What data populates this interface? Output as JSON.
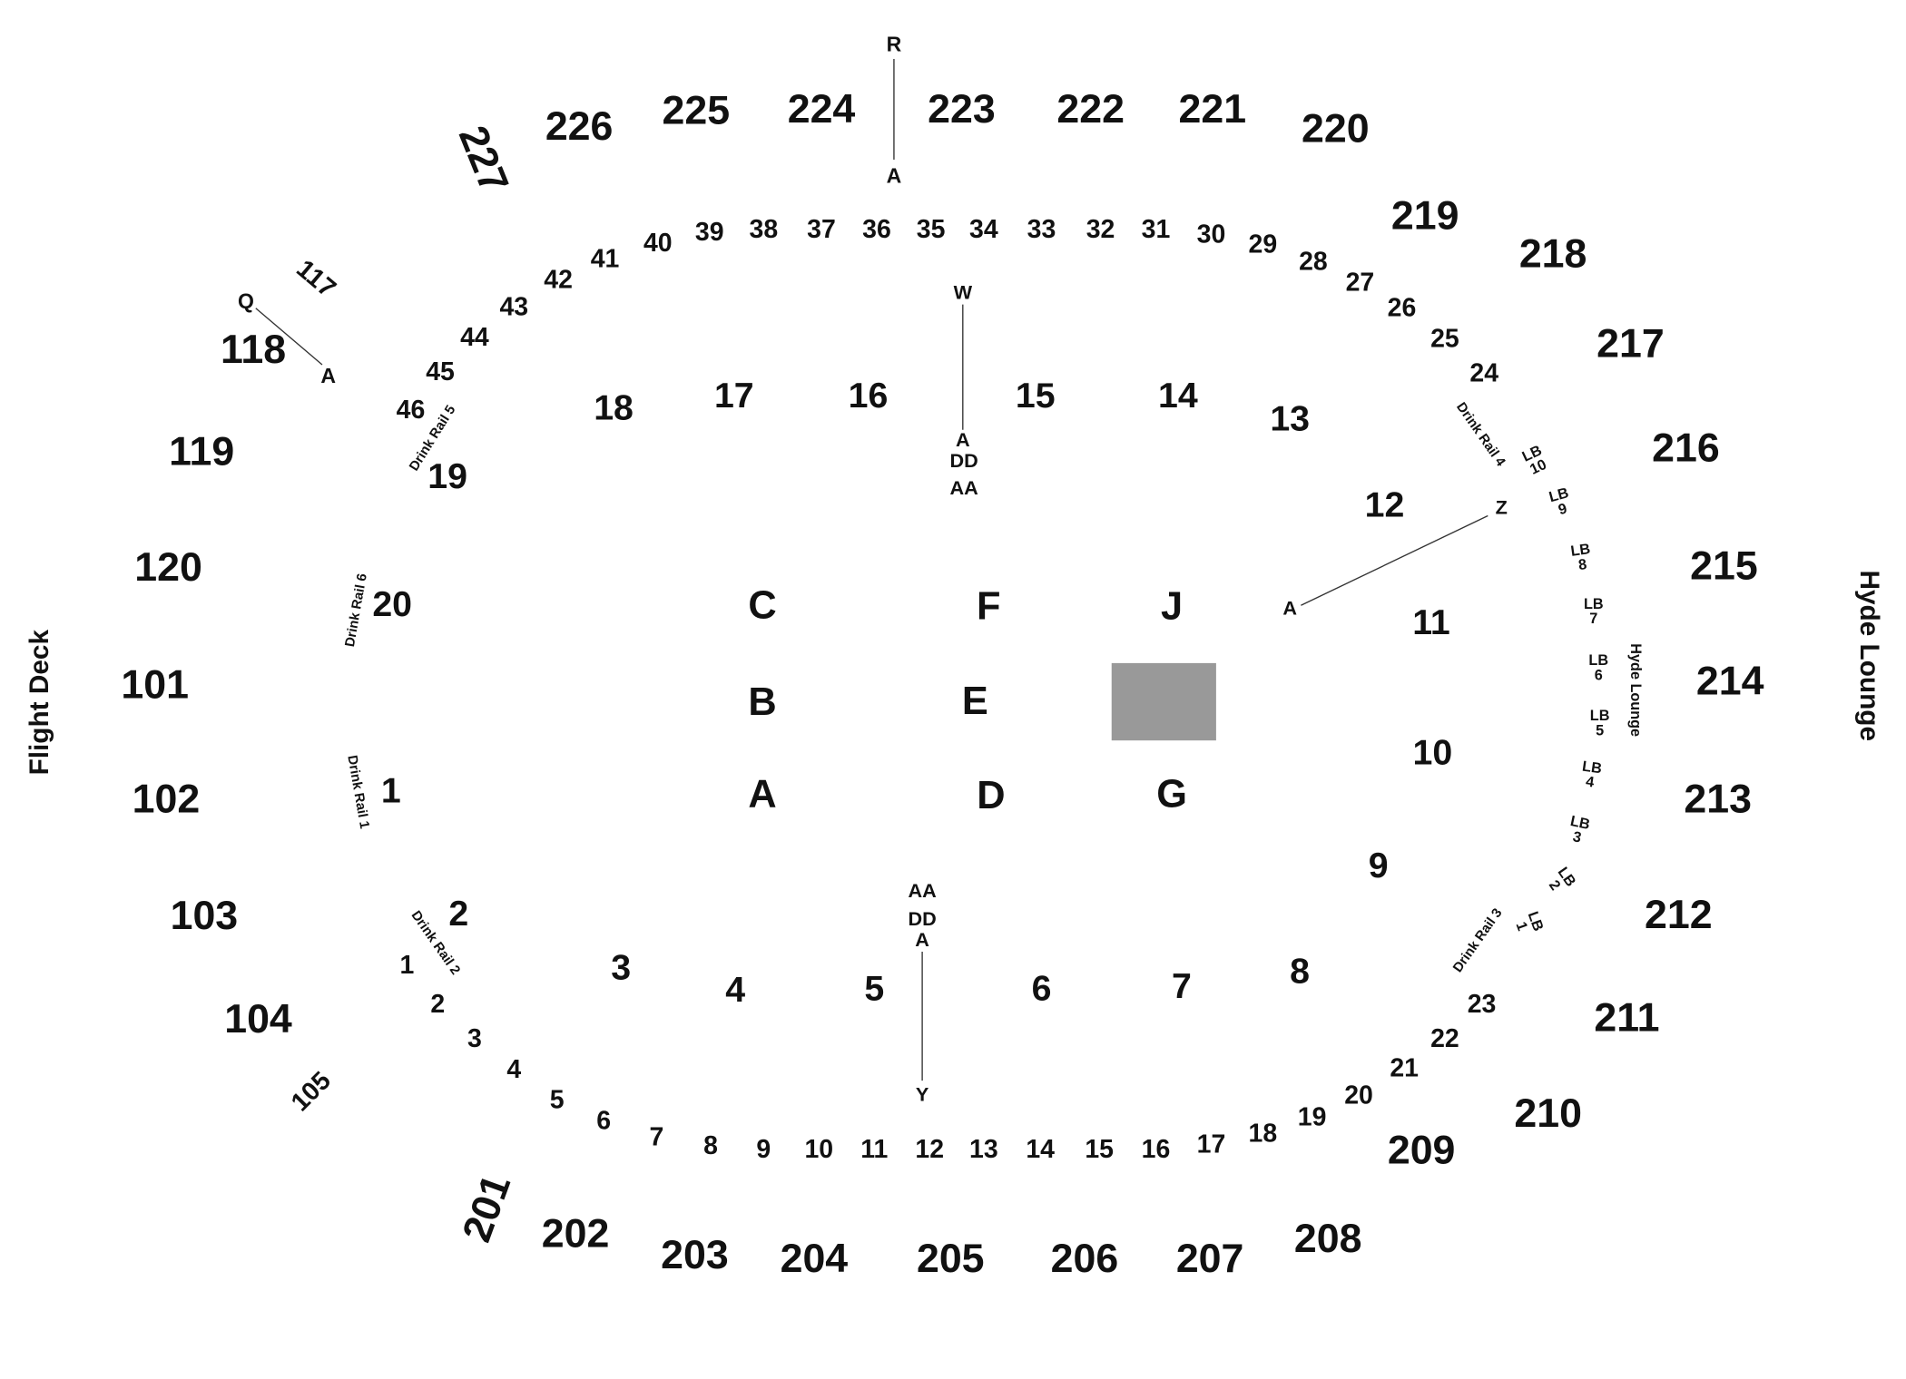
{
  "diagram": {
    "side_labels": {
      "left": "Flight Deck",
      "right": "Hyde Lounge"
    },
    "upper_sections": [
      "201",
      "202",
      "203",
      "204",
      "205",
      "206",
      "207",
      "208",
      "209",
      "210",
      "211",
      "212",
      "213",
      "214",
      "215",
      "216",
      "217",
      "218",
      "219",
      "220",
      "221",
      "222",
      "223",
      "224",
      "225",
      "226",
      "227"
    ],
    "lower_sections": [
      "101",
      "102",
      "103",
      "104",
      "105",
      "117",
      "118",
      "119",
      "120"
    ],
    "ring_rows_top": [
      "24",
      "25",
      "26",
      "27",
      "28",
      "29",
      "30",
      "31",
      "32",
      "33",
      "34",
      "35",
      "36",
      "37",
      "38",
      "39",
      "40",
      "41",
      "42",
      "43",
      "44",
      "45",
      "46"
    ],
    "ring_rows_bottom": [
      "1",
      "2",
      "3",
      "4",
      "5",
      "6",
      "7",
      "8",
      "9",
      "10",
      "11",
      "12",
      "13",
      "14",
      "15",
      "16",
      "17",
      "18",
      "19",
      "20",
      "21",
      "22",
      "23"
    ],
    "floor_sections": [
      "1",
      "2",
      "3",
      "4",
      "5",
      "6",
      "7",
      "8",
      "9",
      "10",
      "11",
      "12",
      "13",
      "14",
      "15",
      "16",
      "17",
      "18",
      "19",
      "20"
    ],
    "floor_letters": [
      "A",
      "B",
      "C",
      "D",
      "E",
      "F",
      "G",
      "J"
    ],
    "loge_boxes": [
      {
        "label": "LB",
        "number": "1"
      },
      {
        "label": "LB",
        "number": "2"
      },
      {
        "label": "LB",
        "number": "3"
      },
      {
        "label": "LB",
        "number": "4"
      },
      {
        "label": "LB",
        "number": "5"
      },
      {
        "label": "LB",
        "number": "6"
      },
      {
        "label": "LB",
        "number": "7"
      },
      {
        "label": "LB",
        "number": "8"
      },
      {
        "label": "LB",
        "number": "9"
      },
      {
        "label": "LB",
        "number": "10"
      }
    ],
    "drink_rails": [
      "Drink Rail 1",
      "Drink Rail 2",
      "Drink Rail 3",
      "Drink Rail 4",
      "Drink Rail 5",
      "Drink Rail 6"
    ],
    "inner_lounge_label": "Hyde Lounge",
    "row_markers": {
      "top_r": "R",
      "top_a": "A",
      "q": "Q",
      "q_a": "A",
      "w": "W",
      "w_a": "A",
      "w_dd": "DD",
      "w_aa": "AA",
      "z": "Z",
      "z_a": "A",
      "y_aa": "AA",
      "y_dd": "DD",
      "y_a": "A",
      "y": "Y"
    },
    "colors": {
      "stage": "#999999",
      "text": "#111111",
      "background": "#ffffff"
    }
  }
}
